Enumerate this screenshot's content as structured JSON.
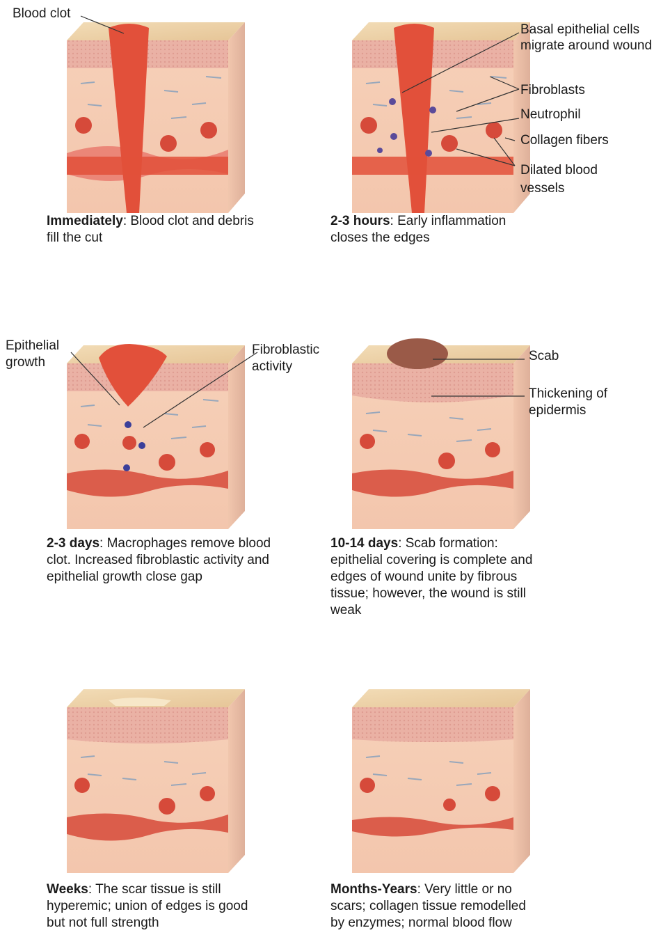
{
  "panels": [
    {
      "stage": "Immediately",
      "desc": ": Blood clot and debris fill the cut"
    },
    {
      "stage": "2-3 hours",
      "desc": ": Early inflammation closes the edges"
    },
    {
      "stage": "2-3 days",
      "desc": ": Macrophages remove blood clot. Increased fibroblastic activity and epithelial growth close gap"
    },
    {
      "stage": "10-14 days",
      "desc": ": Scab formation: epithelial covering is complete and edges of wound unite by fibrous tissue; however, the wound is still weak"
    },
    {
      "stage": "Weeks",
      "desc": ": The scar tissue is still hyperemic; union of edges is good but not full strength"
    },
    {
      "stage": "Months-Years",
      "desc": ": Very little or no scars; collagen tissue remodelled by enzymes; normal blood flow"
    }
  ],
  "labels": {
    "blood_clot": "Blood clot",
    "basal_1": "Basal epithelial cells",
    "basal_2": "migrate around wound",
    "fibroblasts": "Fibroblasts",
    "neutrophil": "Neutrophil",
    "collagen": "Collagen fibers",
    "dilated_1": "Dilated blood",
    "dilated_2": "vessels",
    "epithelial_1": "Epithelial",
    "epithelial_2": "growth",
    "fibroblastic_1": "Fibroblastic",
    "fibroblastic_2": "activity",
    "scab": "Scab",
    "thickening_1": "Thickening of",
    "thickening_2": "epidermis"
  },
  "colors": {
    "epidermis": "#e8c9a0",
    "dermis": "#f4c3a8",
    "clot": "#e2503a",
    "vessel": "#d64a3a",
    "scab": "#9a5a48"
  }
}
